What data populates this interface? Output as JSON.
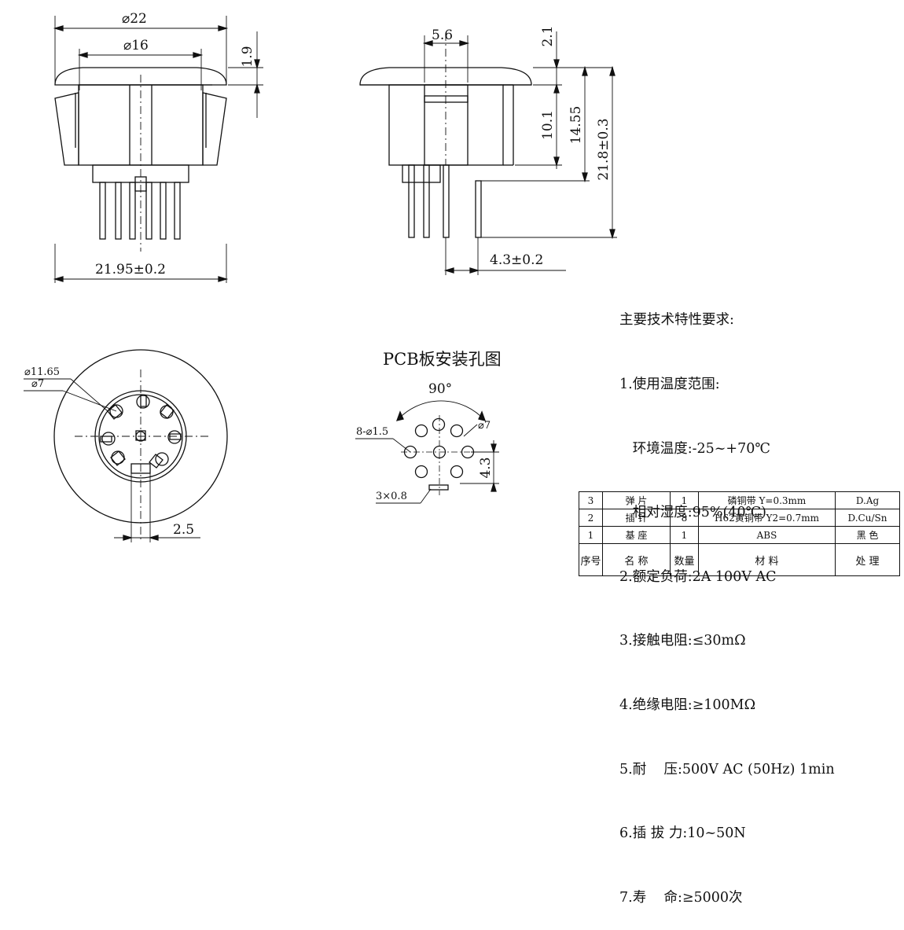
{
  "dimensions": {
    "front_outer_dia": "⌀22",
    "front_inner_dia": "⌀16",
    "front_flange_h": "1.9",
    "front_width": "21.95±0.2",
    "side_pin_span": "5.6",
    "side_flange_h": "2.1",
    "side_body_h": "10.1",
    "side_body_full_h": "14.55",
    "side_total_h": "21.8±0.3",
    "side_pin_offset": "4.3±0.2",
    "bottom_dia_a": "⌀11.65",
    "bottom_dia_b": "⌀7",
    "bottom_slot": "2.5"
  },
  "pcb": {
    "title": "PCB板安装孔图",
    "angle": "90°",
    "holes": "8-⌀1.5",
    "circle_dia": "⌀7",
    "pitch": "4.3",
    "slot": "3×0.8"
  },
  "spec_lines": [
    "主要技术特性要求:",
    "1.使用温度范围:",
    "   环境温度:-25~+70℃",
    "   相对湿度:95%(40℃)",
    "2.额定负荷:2A 100V AC",
    "3.接触电阻:≤30mΩ",
    "4.绝缘电阻:≥100MΩ",
    "5.耐    压:500V AC (50Hz) 1min",
    "6.插 拔 力:10~50N",
    "7.寿    命:≥5000次"
  ],
  "bom": {
    "rows": [
      [
        "3",
        "弹 片",
        "1",
        "磷铜带 Y=0.3mm",
        "D.Ag"
      ],
      [
        "2",
        "插 针",
        "8",
        "H62黄铜带 Y2=0.7mm",
        "D.Cu/Sn"
      ],
      [
        "1",
        "基 座",
        "1",
        "ABS",
        "黑 色"
      ]
    ],
    "header": [
      "序号",
      "名  称",
      "数量",
      "材   料",
      "处  理"
    ]
  }
}
